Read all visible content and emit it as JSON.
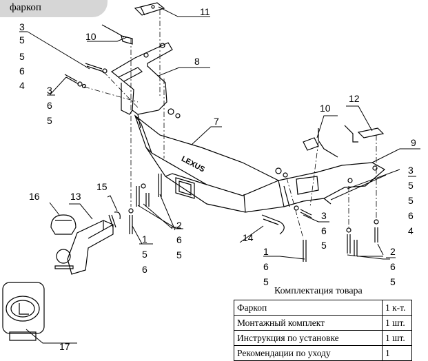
{
  "header": {
    "title": "фаркоп"
  },
  "diagram": {
    "badge_text": "LEXUS",
    "callouts": {
      "c1": "1",
      "c2": "2",
      "c3": "3",
      "c4": "4",
      "c5": "5",
      "c6": "6",
      "c7": "7",
      "c8": "8",
      "c9": "9",
      "c10": "10",
      "c11": "11",
      "c12": "12",
      "c13": "13",
      "c14": "14",
      "c15": "15",
      "c16": "16",
      "c17": "17"
    }
  },
  "kit": {
    "caption": "Комплектация товара",
    "rows": [
      {
        "name": "Фаркоп",
        "qty": "1 к-т."
      },
      {
        "name": "Монтажный комплект",
        "qty": "1 шт."
      },
      {
        "name": "Инструкция по установке",
        "qty": "1 шт."
      },
      {
        "name": "Рекомендации по уходу",
        "qty": "1"
      }
    ]
  }
}
